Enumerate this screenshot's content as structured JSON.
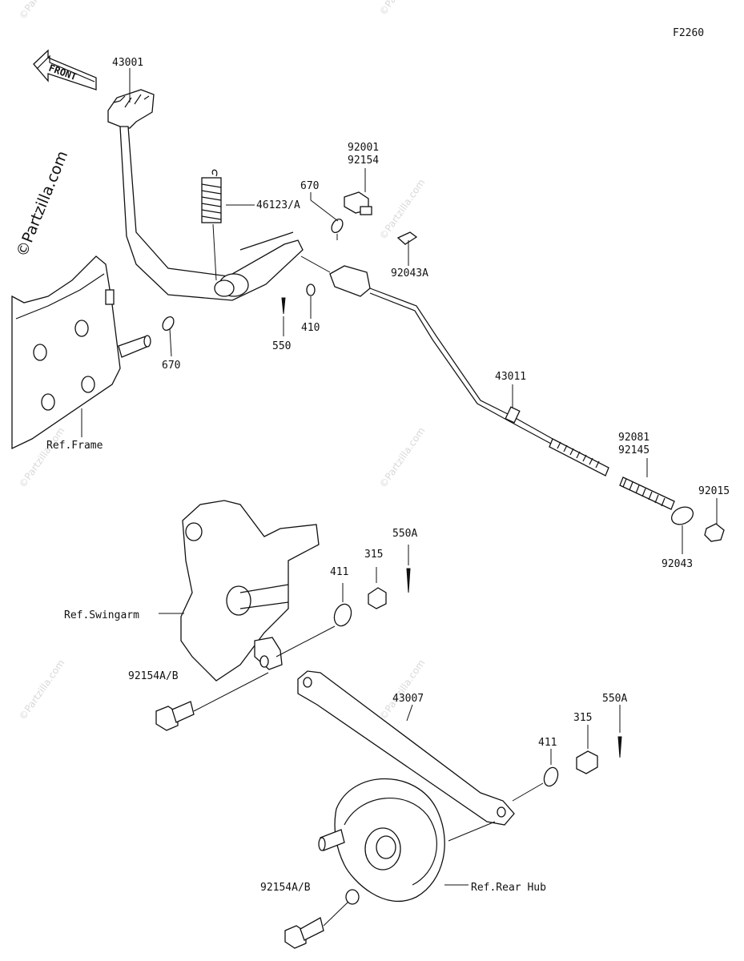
{
  "figure_code": "F2260",
  "front_arrow_text": "FRONT",
  "watermark_text": "©Partzilla.com",
  "parts": {
    "brake_pedal": "43001",
    "return_spring": "46123/A",
    "o_ring_upper": "670",
    "o_ring_lower": "670",
    "pin_upper": [
      "92001",
      "92154"
    ],
    "clevis_pin": "92043A",
    "cotter_pin_upper": "550",
    "washer_upper": "410",
    "brake_rod": "43011",
    "rod_spring": [
      "92081",
      "92145"
    ],
    "nut_end": "92015",
    "rod_joint": "92043",
    "washer_swingarm": "411",
    "nut_swingarm": "315",
    "cotter_swingarm": "550A",
    "bolt_swingarm": "92154A/B",
    "torque_link": "43007",
    "washer_hub": "411",
    "nut_hub": "315",
    "cotter_hub": "550A",
    "bolt_hub": "92154A/B"
  },
  "references": {
    "frame": "Ref.Frame",
    "swingarm": "Ref.Swingarm",
    "rear_hub": "Ref.Rear Hub"
  }
}
